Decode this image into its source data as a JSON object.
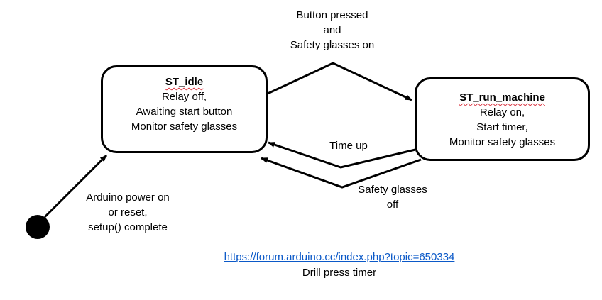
{
  "states": {
    "idle": {
      "title": "ST_idle",
      "lines": [
        "Relay off,",
        "Awaiting start button",
        "Monitor safety glasses"
      ]
    },
    "run_machine": {
      "title": "ST_run_machine",
      "lines": [
        "Relay on,",
        "Start timer,",
        "Monitor safety glasses"
      ]
    }
  },
  "transitions": {
    "start": [
      "Button pressed",
      "and",
      "Safety glasses on"
    ],
    "time_up": [
      "Time up"
    ],
    "safety_off": [
      "Safety glasses",
      "off"
    ],
    "power_on": [
      "Arduino power on",
      "or reset,",
      "setup() complete"
    ]
  },
  "footer": {
    "link": "https://forum.arduino.cc/index.php?topic=650334",
    "caption": "Drill press timer"
  },
  "colors": {
    "link": "#0b59c8",
    "spellcheck_underline": "#d9333f"
  }
}
